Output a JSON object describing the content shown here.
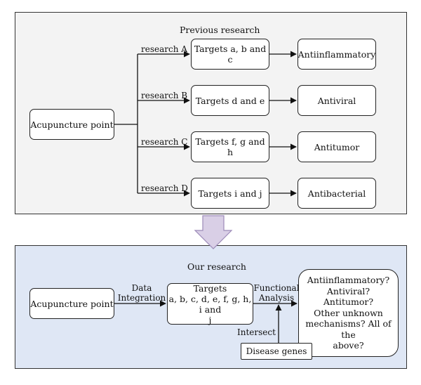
{
  "previous": {
    "title": "Previous research",
    "source": "Acupuncture point",
    "branches": [
      {
        "label": "research A",
        "targets": "Targets a, b and c",
        "outcome": "Antiinflammatory"
      },
      {
        "label": "research B",
        "targets": "Targets d and e",
        "outcome": "Antiviral"
      },
      {
        "label": "research C",
        "targets": "Targets f, g and h",
        "outcome": "Antitumor"
      },
      {
        "label": "research D",
        "targets": "Targets i and j",
        "outcome": "Antibacterial"
      }
    ]
  },
  "ours": {
    "title": "Our research",
    "source": "Acupuncture point",
    "step1_label": [
      "Data",
      "Integration"
    ],
    "targets": [
      "Targets",
      "a, b, c, d, e, f, g, h, i and",
      "j"
    ],
    "step2_label": [
      "Functional",
      "Analysis"
    ],
    "outcome": [
      "Antiinflammatory?",
      "Antiviral?",
      "Antitumor?",
      "Other unknown",
      "mechanisms? All of the",
      "above?"
    ],
    "intersect_label": "Intersect",
    "disease": "Disease genes"
  },
  "colors": {
    "top_panel_bg": "#f3f3f3",
    "bottom_panel_bg": "#dfe7f5",
    "transition_arrow_fill": "#d9cfe6",
    "transition_arrow_stroke": "#9c8ab8"
  }
}
